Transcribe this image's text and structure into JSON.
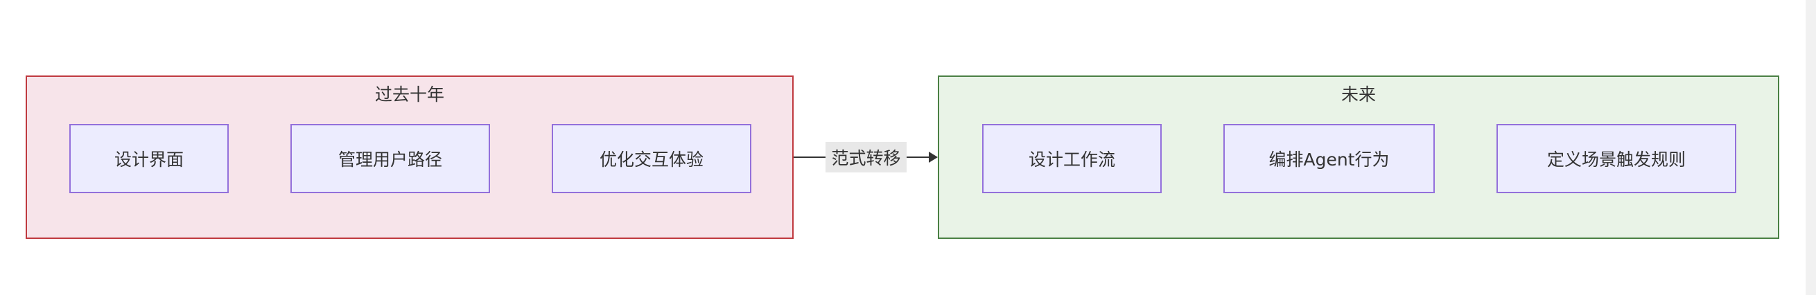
{
  "groups": {
    "past": {
      "title": "过去十年",
      "nodes": [
        "设计界面",
        "管理用户路径",
        "优化交互体验"
      ]
    },
    "future": {
      "title": "未来",
      "nodes": [
        "设计工作流",
        "编排Agent行为",
        "定义场景触发规则"
      ]
    }
  },
  "edge": {
    "label": "范式转移"
  },
  "colors": {
    "past_fill": "#f7e4ea",
    "past_border": "#c0393f",
    "future_fill": "#e9f3e7",
    "future_border": "#4a8044",
    "node_fill": "#ececfe",
    "node_border": "#9370db"
  }
}
